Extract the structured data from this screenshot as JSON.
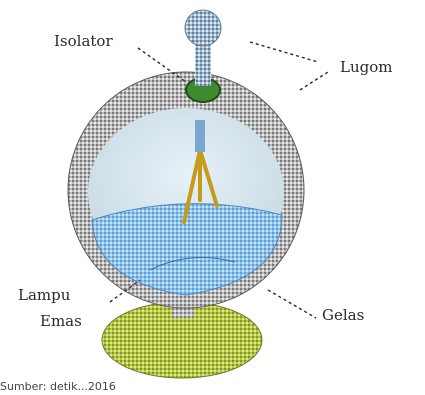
{
  "labels": {
    "isolator": "Isolator",
    "lugom": "Lugom",
    "lampu_line1": "Lampu",
    "lampu_line2": "Emas",
    "gelas": "Gelas"
  },
  "source_text": "Sumber: detik...2016"
}
